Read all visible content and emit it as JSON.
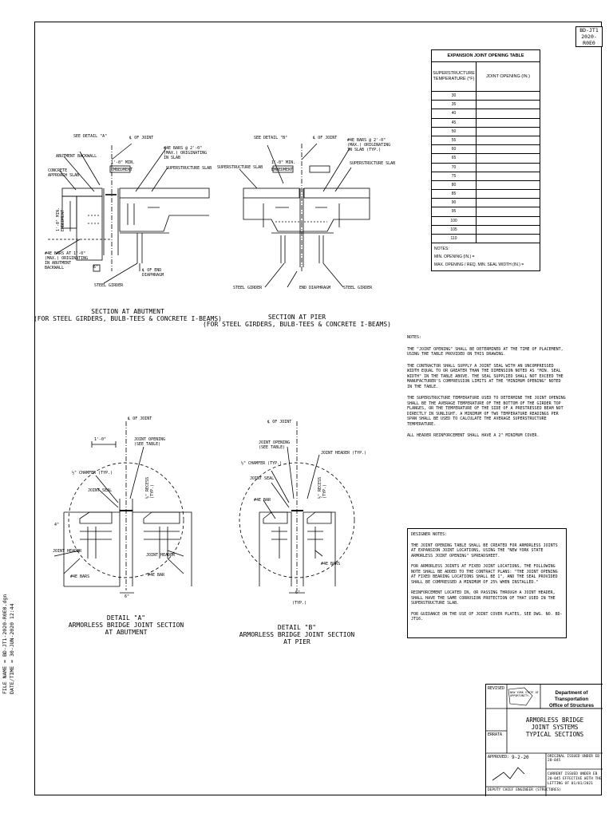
{
  "side_label": {
    "line1": "FILE NAME = BD-JT1-2020-R0E0.dgn",
    "line2": "DATE/TIME = 30-JUN-2020 12:44"
  },
  "drawing_number": {
    "line1": "BD-JT1",
    "line2": "2020-R0E0"
  },
  "expansion_table": {
    "title": "EXPANSION JOINT OPENING TABLE",
    "col1": "SUPERSTRUCTURE TEMPERATURE (°F)",
    "col2": "JOINT OPENING (IN.)",
    "temperatures": [
      "30",
      "35",
      "40",
      "45",
      "50",
      "55",
      "60",
      "65",
      "70",
      "75",
      "80",
      "85",
      "90",
      "95",
      "100",
      "105",
      "110"
    ],
    "notes_label": "NOTES:",
    "note_min": "MIN. OPENING (IN.) =",
    "note_max": "MAX. OPENING / REQ. MIN. SEAL WIDTH (IN.) ="
  },
  "section_abutment": {
    "title1": "SECTION AT ABUTMENT",
    "title2": "(FOR STEEL GIRDERS, BULB-TEES & CONCRETE I-BEAMS)",
    "labels": {
      "see_detail": "SEE DETAIL \"A\"",
      "cl_joint": "℄ OF JOINT",
      "abutment_backwall": "ABUTMENT BACKWALL",
      "approach_slab": "CONCRETE APPROACH SLAB",
      "bars_slab": "#4E BARS @ 2'-0\" (MAX.) ORIGINATING IN SLAB",
      "min": "1'-0\" MIN.",
      "embedment": "EMBEDMENT",
      "superstructure_slab": "SUPERSTRUCTURE SLAB",
      "embedment_vert": "1'-0\" MIN. EMBEDMENT",
      "bars_backwall": "#4E BARS AT 1'-0\" (MAX.) ORIGINATING IN ABUTMENT BACKWALL",
      "dim": "6\"",
      "cl_end_diaphragm": "℄ OF END DIAPHRAGM",
      "steel_girder": "STEEL GIRDER"
    }
  },
  "section_pier": {
    "title1": "SECTION AT PIER",
    "title2": "(FOR STEEL GIRDERS, BULB-TEES & CONCRETE I-BEAMS)",
    "labels": {
      "see_detail": "SEE DETAIL \"B\"",
      "cl_joint": "℄ OF JOINT",
      "bars_slab": "#4E BARS @ 2'-0\" (MAX.) ORIGINATING IN SLAB (TYP.)",
      "superstructure_slab_l": "SUPERSTRUCTURE SLAB",
      "min": "1'-0\" MIN.",
      "embedment": "EMBEDMENT",
      "superstructure_slab_r": "SUPERSTRUCTURE SLAB",
      "steel_girder_l": "STEEL GIRDER",
      "end_diaphragm": "END DIAPHRAGM",
      "steel_girder_r": "STEEL GIRDER"
    }
  },
  "detail_a": {
    "title1": "DETAIL \"A\"",
    "title2": "ARMORLESS BRIDGE JOINT SECTION",
    "title3": "AT ABUTMENT",
    "labels": {
      "cl_joint": "℄ OF JOINT",
      "dim_top": "1'-0\"",
      "joint_opening": "JOINT OPENING (SEE TABLE)",
      "chamfer": "½\" CHAMFER (TYP.)",
      "joint_seal": "JOINT SEAL",
      "recess": "½\" RECESS (TYP.)",
      "joint_header_l": "JOINT HEADER",
      "joint_header_r": "JOINT HEADER",
      "bars_l": "#4E BARS",
      "bar_r": "#4E BAR",
      "dim_6": "6\"",
      "dim_4": "4\""
    }
  },
  "detail_b": {
    "title1": "DETAIL \"B\"",
    "title2": "ARMORLESS BRIDGE JOINT SECTION",
    "title3": "AT PIER",
    "labels": {
      "cl_joint": "℄ OF JOINT",
      "joint_opening": "JOINT OPENING (SEE TABLE)",
      "joint_header": "JOINT HEADER (TYP.)",
      "chamfer": "½\" CHAMFER (TYP.)",
      "joint_seal": "JOINT SEAL",
      "bar_l": "#4E BAR",
      "recess": "½\" RECESS (TYP.)",
      "bars_r": "#4E BARS",
      "dim_6": "6\"",
      "typ": "(TYP.)"
    }
  },
  "notes": {
    "heading": "NOTES:",
    "n1": "THE \"JOINT OPENING\" SHALL BE DETERMINED AT THE TIME OF PLACEMENT, USING THE TABLE PROVIDED ON THIS DRAWING.",
    "n2": "THE CONTRACTOR SHALL SUPPLY A JOINT SEAL WITH AN UNCOMPRESSED WIDTH EQUAL TO OR GREATER THAN THE DIMENSION NOTED AS \"MIN. SEAL WIDTH\" IN THE TABLE ABOVE. THE SEAL SUPPLIED SHALL NOT EXCEED THE MANUFACTURER'S COMPRESSION LIMITS AT THE \"MINIMUM OPENING\" NOTED IN THE TABLE.",
    "n3": "THE SUPERSTRUCTURE TEMPERATURE USED TO DETERMINE THE JOINT OPENING SHALL BE THE AVERAGE TEMPERATURE OF THE BOTTOM OF THE GIRDER TOP FLANGES, OR THE TEMPERATURE OF THE SIDE OF A PRESTRESSED BEAM NOT DIRECTLY IN SUNLIGHT. A MINIMUM OF TWO TEMPERATURE READINGS PER SPAN SHALL BE USED TO CALCULATE THE AVERAGE SUPERSTRUCTURE TEMPERATURE.",
    "n4": "ALL HEADER REINFORCEMENT SHALL HAVE A 2\" MINIMUM COVER."
  },
  "designer_notes": {
    "heading": "DESIGNER NOTES:",
    "n1": "THE JOINT OPENING TABLE SHALL BE CREATED FOR ARMORLESS JOINTS AT EXPANSION JOINT LOCATIONS, USING THE \"NEW YORK STATE ARMORLESS JOINT OPENING\" SPREADSHEET.",
    "n2": "FOR ARMORLESS JOINTS AT FIXED JOINT LOCATIONS, THE FOLLOWING NOTE SHALL BE ADDED TO THE CONTRACT PLANS: \"THE JOINT OPENING AT FIXED BEARING LOCATIONS SHALL BE 1\", AND THE SEAL PROVIDED SHALL BE COMPRESSED A MINIMUM OF 25% WHEN INSTALLED.\"",
    "n3": "REINFORCEMENT LOCATED IN, OR PASSING THROUGH A JOINT HEADER, SHALL HAVE THE SAME CORROSION PROTECTION OF THAT USED IN THE SUPERSTRUCTURE SLAB.",
    "n4": "FOR GUIDANCE ON THE USE OF JOINT COVER PLATES, SEE DWG. NO. BD-JT16."
  },
  "title_block": {
    "revised": "REVISED",
    "logo_text": "NEW YORK STATE OF OPPORTUNITY.",
    "dept1": "Department of Transportation",
    "dept2": "Office of Structures",
    "errata": "ERRATA",
    "title1": "ARMORLESS BRIDGE",
    "title2": "JOINT SYSTEMS",
    "title3": "TYPICAL SECTIONS",
    "approved": "APPROVED:",
    "date": "9-2-20",
    "original": "ORIGINAL ISSUED UNDER EB 20-045",
    "current": "CURRENT ISSUED UNDER EB 20-045 EFFECTIVE WITH THE LETTING OF 01/01/2021",
    "signer": "DEPUTY CHIEF ENGINEER (STRUCTURES)"
  }
}
